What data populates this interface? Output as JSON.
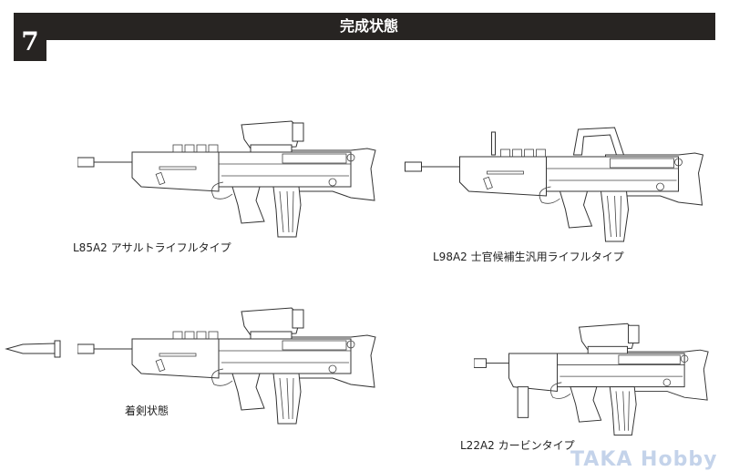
{
  "header": {
    "step_number": "7",
    "title": "完成状態"
  },
  "figures": [
    {
      "label": "L85A2 アサルトライフルタイプ"
    },
    {
      "label": "L98A2 士官候補生汎用ライフルタイプ"
    },
    {
      "label": "着剣状態"
    },
    {
      "label": "L22A2 カービンタイプ"
    }
  ],
  "watermark": "TAKA Hobby",
  "colors": {
    "header_bg": "#272422",
    "watermark": "#c4d3ea"
  }
}
